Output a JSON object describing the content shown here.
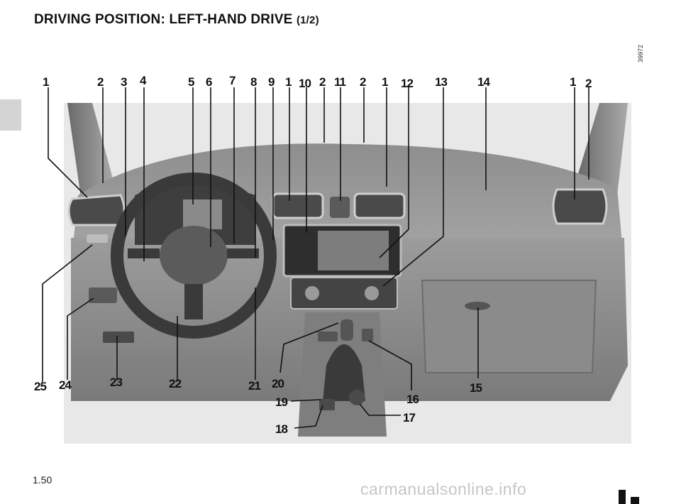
{
  "header": {
    "title": "DRIVING POSITION: LEFT-HAND DRIVE",
    "part": "(1/2)"
  },
  "figure_ref": "39972",
  "callouts": {
    "c1a": "1",
    "c2a": "2",
    "c3": "3",
    "c4": "4",
    "c5": "5",
    "c6": "6",
    "c7": "7",
    "c8": "8",
    "c9": "9",
    "c1b": "1",
    "c10": "10",
    "c2b": "2",
    "c11": "11",
    "c2c": "2",
    "c1c": "1",
    "c12": "12",
    "c13": "13",
    "c14": "14",
    "c1d": "1",
    "c2d": "2",
    "c15": "15",
    "c16": "16",
    "c17": "17",
    "c18": "18",
    "c19": "19",
    "c20": "20",
    "c21": "21",
    "c22": "22",
    "c23": "23",
    "c24": "24",
    "c25": "25"
  },
  "footer": {
    "page_number": "1.50",
    "watermark": "carmanualsonline.info"
  }
}
